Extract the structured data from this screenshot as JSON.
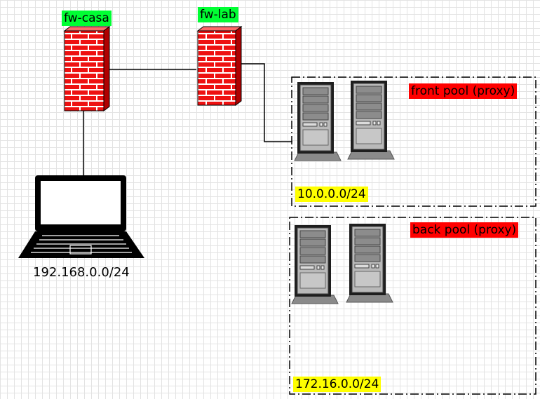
{
  "colors": {
    "firewall_label_bg": "#00ff33",
    "pool_label_bg": "#ff0000",
    "subnet_label_bg": "#ffff00",
    "brick": "#ee1111"
  },
  "nodes": {
    "fw_casa": {
      "label": "fw-casa",
      "icon": "firewall-icon"
    },
    "fw_lab": {
      "label": "fw-lab",
      "icon": "firewall-icon"
    },
    "laptop": {
      "label": "192.168.0.0/24",
      "icon": "laptop-icon"
    }
  },
  "groups": {
    "front_pool": {
      "title": "front pool (proxy)",
      "subnet": "10.0.0.0/24",
      "servers": 2
    },
    "back_pool": {
      "title": "back pool (proxy)",
      "subnet": "172.16.0.0/24",
      "servers": 2
    }
  }
}
